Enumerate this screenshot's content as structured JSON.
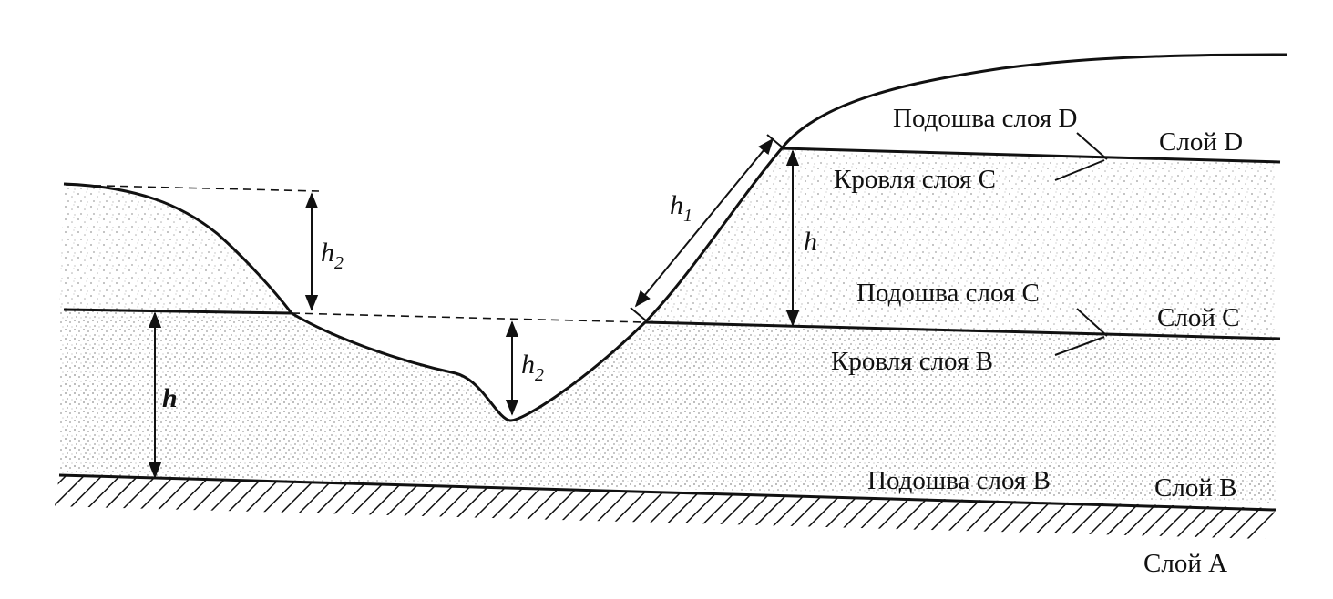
{
  "layers": {
    "sole_d": "Подошва слоя D",
    "layer_d": "Слой D",
    "top_c": "Кровля слоя C",
    "sole_c": "Подошва слоя C",
    "layer_c": "Слой C",
    "top_b": "Кровля слоя B",
    "sole_b": "Подошва слоя B",
    "layer_b": "Слой B",
    "layer_a": "Слой A"
  },
  "dimensions": {
    "h": "h",
    "h_base": "h",
    "h1_sub": "1",
    "h2_sub": "2"
  },
  "colors": {
    "line": "#111111",
    "shading": "#9a9a9a",
    "background": "#ffffff"
  }
}
